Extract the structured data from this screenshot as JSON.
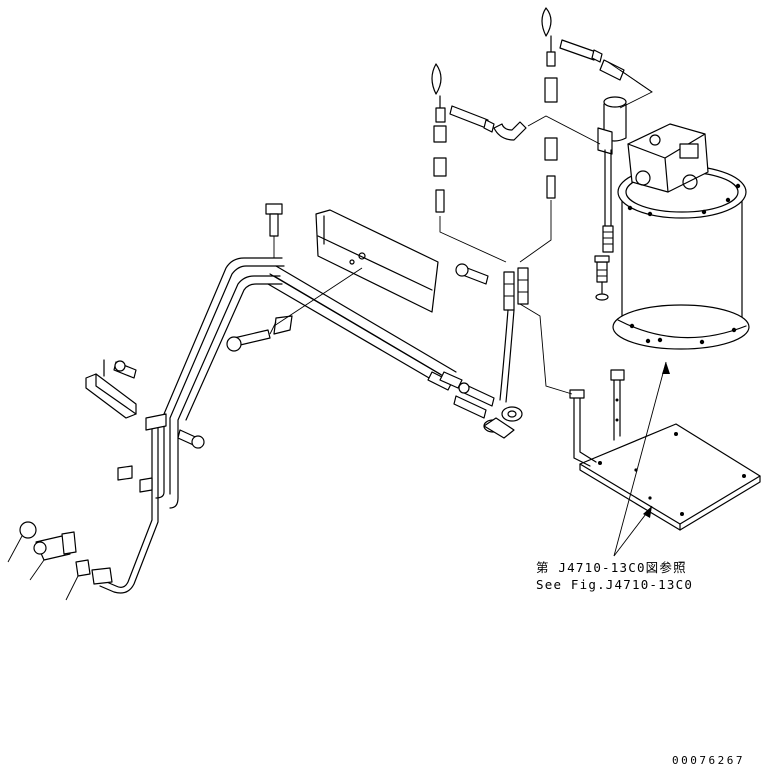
{
  "diagram": {
    "reference_jp": "第 J4710-13C0図参照",
    "reference_en": "See Fig.J4710-13C0",
    "drawing_number": "00076267"
  }
}
